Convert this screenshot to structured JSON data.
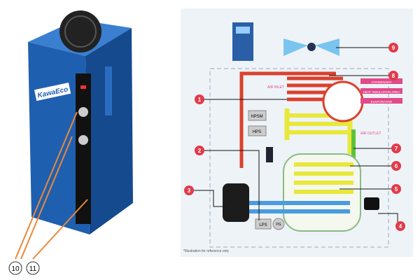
{
  "product": {
    "brand": "KawaEco"
  },
  "callouts": [
    "1",
    "2",
    "3",
    "4",
    "5",
    "6",
    "7",
    "8",
    "9",
    "10",
    "11"
  ],
  "diagram": {
    "air_inlet": "AIR INLET",
    "air_outlet": "AIR OUTLET",
    "legend": [
      "CONDENSER",
      "HEAT INSULATION AREA",
      "EVAPORATOR"
    ],
    "hpsm": "HPSM",
    "hps": "HPS",
    "lps": "LPS",
    "pg": "PG",
    "note": "*Illustration for reference only"
  },
  "colors": {
    "cabinet": "#1f5fb0",
    "callout": "#e23b4a",
    "hot_pipe": "#d9412c",
    "cold_pipe": "#e8e83a",
    "outlet_pipe": "#5cc23a",
    "cool_pipe": "#4a9be0"
  }
}
